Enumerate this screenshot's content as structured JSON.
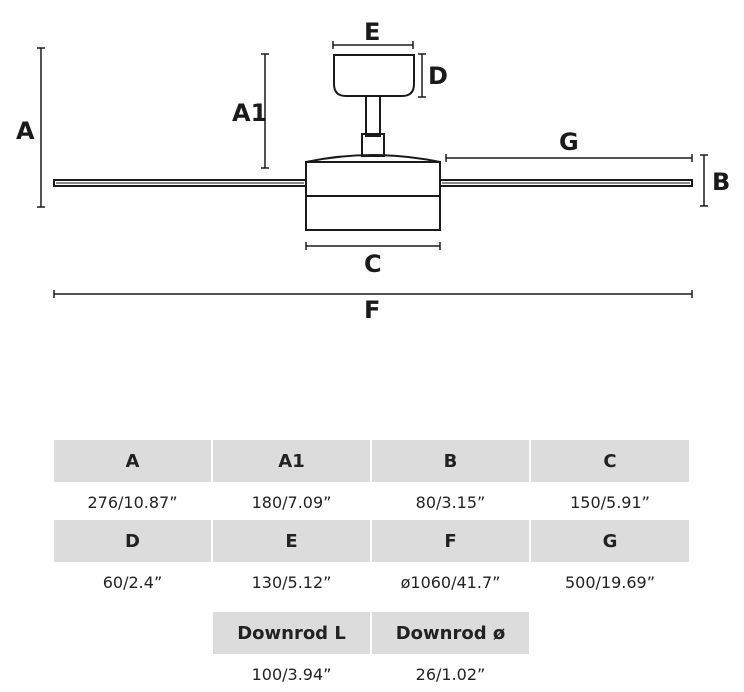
{
  "labels": {
    "A": "A",
    "A1": "A1",
    "B": "B",
    "C": "C",
    "D": "D",
    "E": "E",
    "F": "F",
    "G": "G"
  },
  "table": {
    "row1": {
      "headers": [
        "A",
        "A1",
        "B",
        "C"
      ],
      "values": [
        "276/10.87”",
        "180/7.09”",
        "80/3.15”",
        "150/5.91”"
      ]
    },
    "row2": {
      "headers": [
        "D",
        "E",
        "F",
        "G"
      ],
      "values": [
        "60/2.4”",
        "130/5.12”",
        "ø1060/41.7”",
        "500/19.69”"
      ]
    },
    "row3": {
      "headers": [
        "Downrod L",
        "Downrod ø"
      ],
      "values": [
        "100/3.94”",
        "26/1.02”"
      ]
    }
  }
}
